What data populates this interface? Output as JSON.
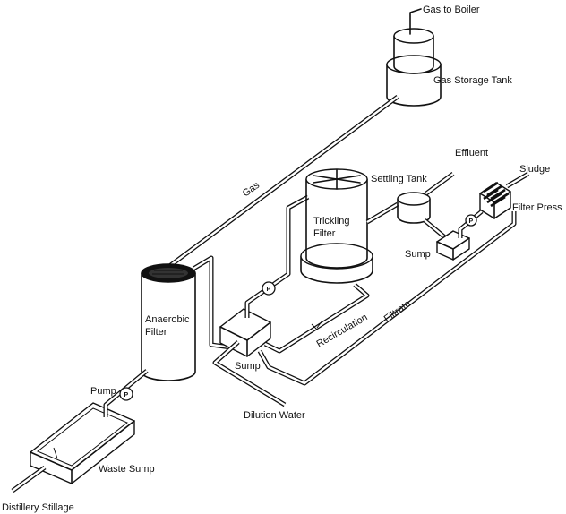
{
  "labels": {
    "gas_to_boiler": "Gas to Boiler",
    "gas_storage_tank": "Gas Storage Tank",
    "gas": "Gas",
    "effluent": "Effluent",
    "settling_tank": "Settling Tank",
    "sludge": "Sludge",
    "filter_press": "Filter Press",
    "trickling_filter_1": "Trickling",
    "trickling_filter_2": "Filter",
    "sump_right": "Sump",
    "filtrate": "Filtrate",
    "recirculation": "Recirculation",
    "anaerobic_filter_1": "Anaerobic",
    "anaerobic_filter_2": "Filter",
    "sump_center": "Sump",
    "dilution_water": "Dilution Water",
    "pump": "Pump",
    "waste_sump": "Waste Sump",
    "distillery_stillage": "Distillery Stillage",
    "pump_symbol": "P"
  }
}
